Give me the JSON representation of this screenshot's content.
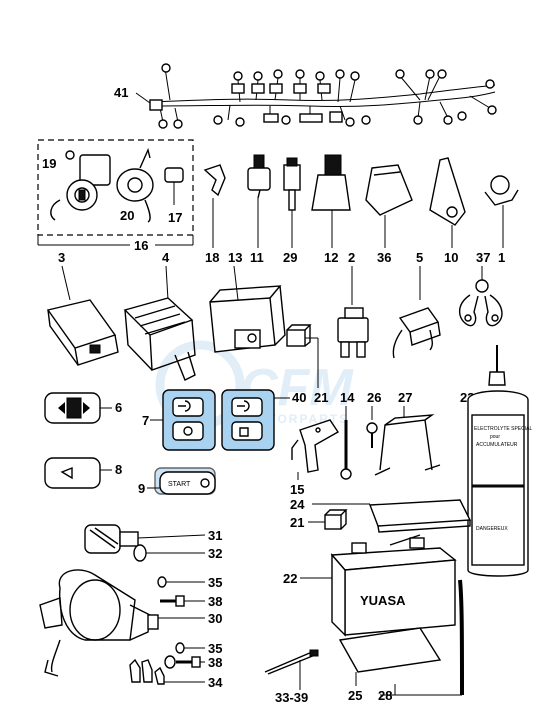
{
  "watermark": {
    "logo_text": "CFM",
    "subtitle": "MOTORPARTS"
  },
  "labels": {
    "n41": "41",
    "n19": "19",
    "n20": "20",
    "n17": "17",
    "n16": "16",
    "n18": "18",
    "n13": "13",
    "n11": "11",
    "n29": "29",
    "n12": "12",
    "n36": "36",
    "n10": "10",
    "n1": "1",
    "n3": "3",
    "n4": "4",
    "n2": "2",
    "n5": "5",
    "n37": "37",
    "n6": "6",
    "n7": "7",
    "n8": "8",
    "n9": "9",
    "n40": "40",
    "n21a": "21",
    "n14": "14",
    "n26": "26",
    "n27": "27",
    "n23": "23",
    "n15": "15",
    "n24": "24",
    "n21b": "21",
    "n31": "31",
    "n32": "32",
    "n35a": "35",
    "n38a": "38",
    "n30": "30",
    "n35b": "35",
    "n38b": "38",
    "n34": "34",
    "n22": "22",
    "n3339": "33-39",
    "n25": "25",
    "n28": "28"
  },
  "printed_text": {
    "start_button": "START",
    "battery_brand": "YUASA",
    "acid_bottle_line1": "ELECTROLYTE SPECIAL",
    "acid_bottle_line2": "pour",
    "acid_bottle_line3": "ACCUMULATEUR",
    "acid_bottle_line4": "DANGEREUX"
  },
  "colors": {
    "ink": "#000000",
    "highlight": "#a8d2f0",
    "watermark": "#c9dff2"
  }
}
